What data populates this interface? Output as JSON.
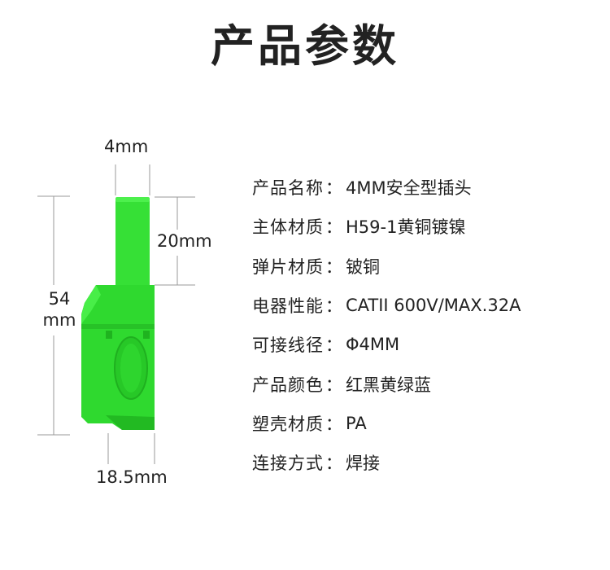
{
  "title": "产品参数",
  "dimensions": {
    "pin_width": "4mm",
    "pin_length": "20mm",
    "total_length_line1": "54",
    "total_length_line2": "mm",
    "body_width": "18.5mm"
  },
  "product": {
    "image": "green-4mm-safety-banana-plug",
    "color": "#2ee02e"
  },
  "specs": [
    {
      "key": "产品名称",
      "value": "4MM安全型插头"
    },
    {
      "key": "主体材质",
      "value": "H59-1黄铜镀镍"
    },
    {
      "key": "弹片材质",
      "value": "铍铜"
    },
    {
      "key": "电器性能",
      "value": "CATII 600V/MAX.32A"
    },
    {
      "key": "可接线径",
      "value": "Φ4MM"
    },
    {
      "key": "产品颜色",
      "value": "红黑黄绿蓝"
    },
    {
      "key": "塑壳材质",
      "value": "PA"
    },
    {
      "key": "连接方式",
      "value": "焊接"
    }
  ],
  "separator": "："
}
